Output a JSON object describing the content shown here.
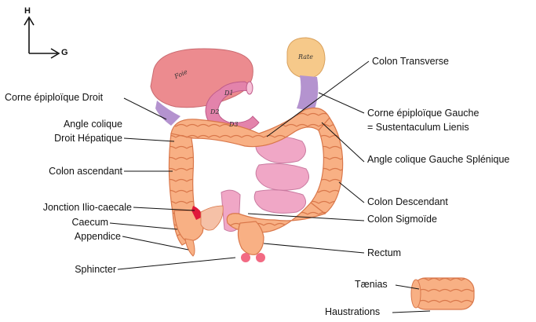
{
  "axes": {
    "up": "H",
    "right": "G"
  },
  "organ_marks": {
    "foie": "Foie",
    "rate": "Rate",
    "d1": "D1",
    "d2": "D2",
    "d3": "D3"
  },
  "labels_left": {
    "corne_droit": "Corne épiploïque Droit",
    "angle_colique_1": "Angle colique",
    "angle_colique_2": "Droit Hépatique",
    "colon_ascendant": "Colon ascendant",
    "jonction": "Jonction Ilio-caecale",
    "caecum": "Caecum",
    "appendice": "Appendice",
    "sphincter": "Sphincter"
  },
  "labels_right": {
    "colon_transverse": "Colon Transverse",
    "corne_gauche_1": "Corne épiploïque Gauche",
    "corne_gauche_2": "= Sustentaculum Lienis",
    "angle_gauche": "Angle colique Gauche Splénique",
    "colon_descendant": "Colon Descendant",
    "colon_sigmoide": "Colon Sigmoïde",
    "rectum": "Rectum"
  },
  "legend": {
    "taenias": "Tænias",
    "haustrations": "Haustrations"
  },
  "colors": {
    "colon": "#f8b084",
    "colon_dark": "#d9774a",
    "liver": "#ec8b8f",
    "spleen": "#f6c98a",
    "duodenum": "#e383ab",
    "small_intestine": "#f0a7c6",
    "ligament": "#b493cf",
    "sphincter": "#f26a83",
    "junction": "#e0193a"
  }
}
